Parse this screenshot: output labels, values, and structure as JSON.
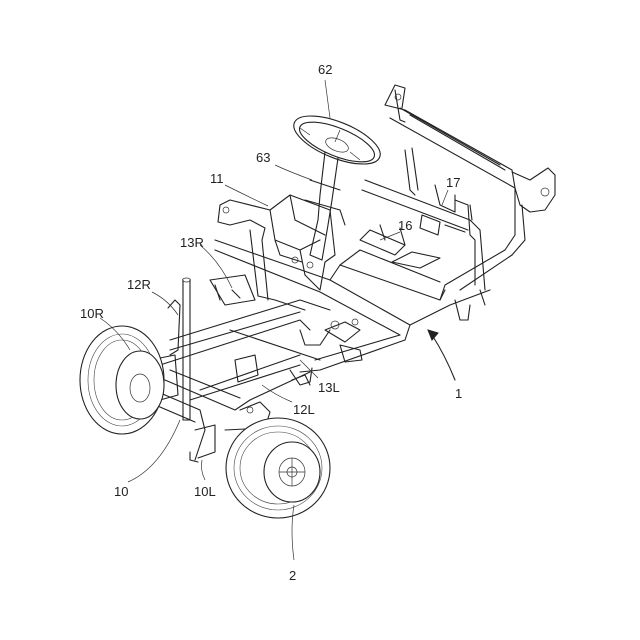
{
  "figure": {
    "labels": {
      "steering_wheel": "62",
      "steering_column": "63",
      "frame_member_11": "11",
      "part_17": "17",
      "part_16": "16",
      "part_13R": "13R",
      "part_12R": "12R",
      "part_10R": "10R",
      "vehicle": "1",
      "part_13L": "13L",
      "part_12L": "12L",
      "axle_10": "10",
      "part_10L": "10L",
      "wheel_2": "2"
    },
    "colors": {
      "line": "#222222",
      "background": "#ffffff"
    }
  }
}
